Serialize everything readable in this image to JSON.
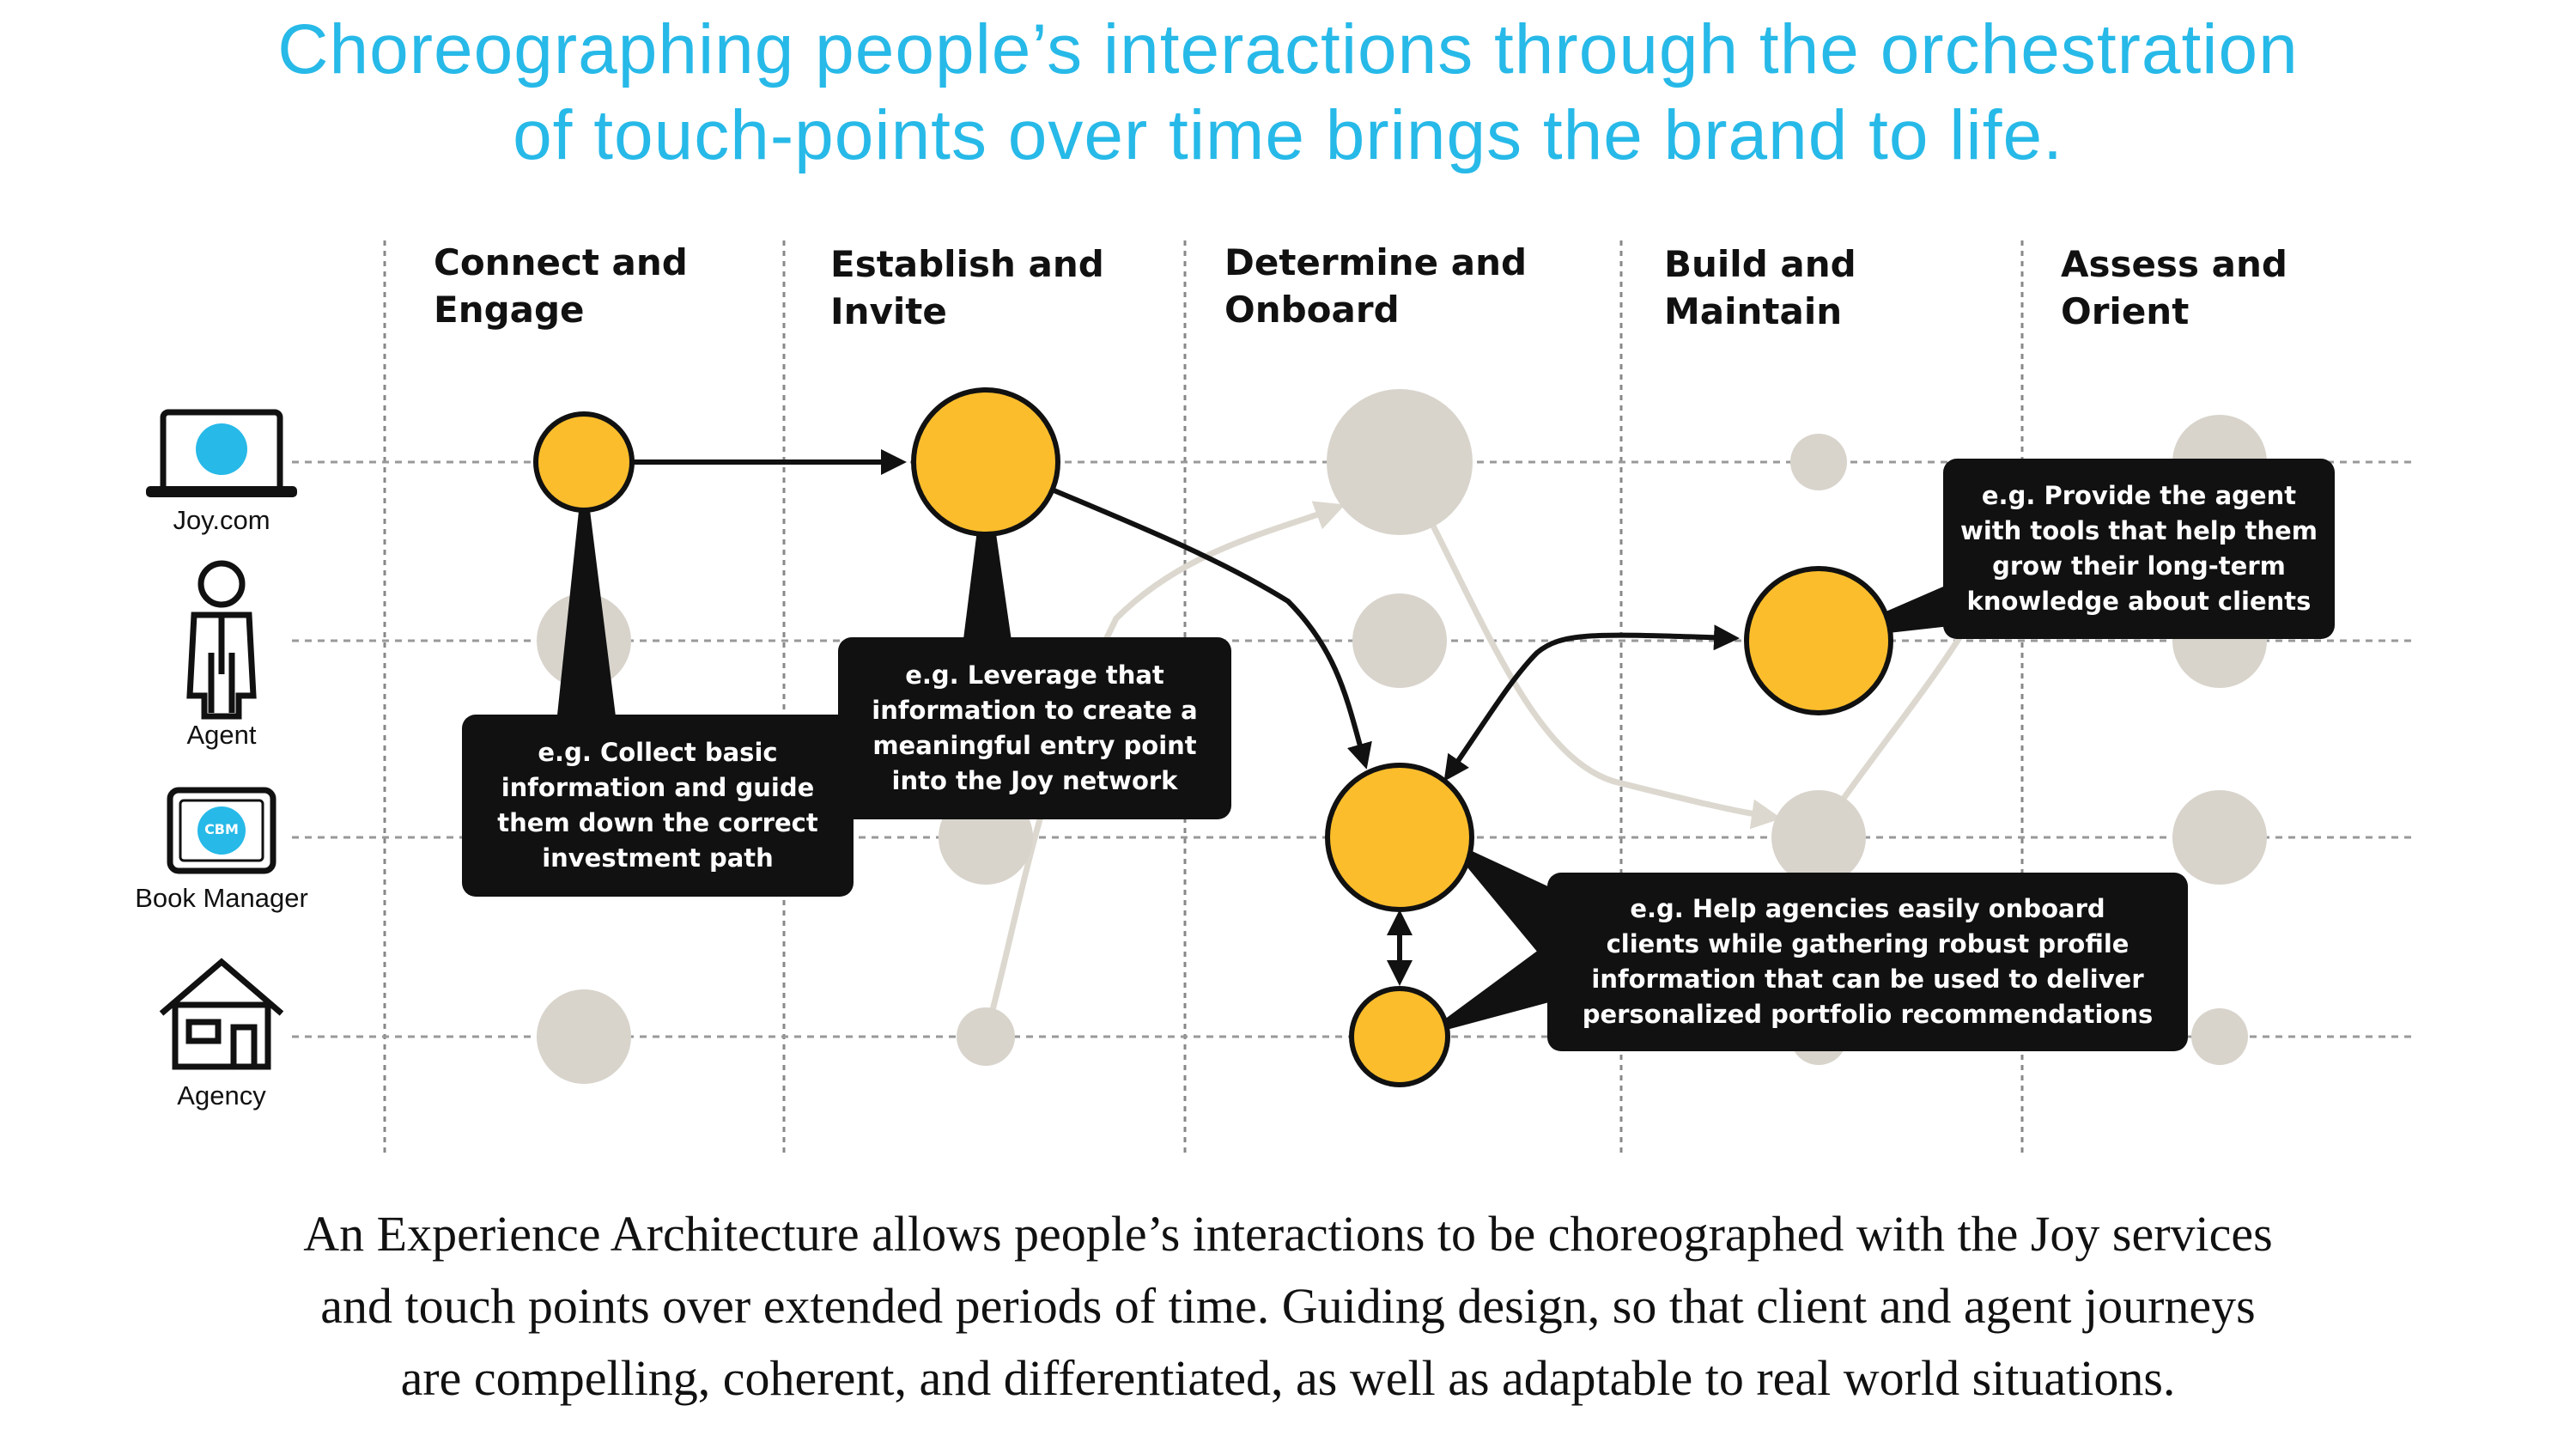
{
  "headline": {
    "line1": "Choreographing people’s interactions through the orchestration",
    "line2": "of touch-points over time brings the brand to life."
  },
  "stages": [
    {
      "line1": "Connect and",
      "line2": "Engage"
    },
    {
      "line1": "Establish and",
      "line2": "Invite"
    },
    {
      "line1": "Determine and",
      "line2": "Onboard"
    },
    {
      "line1": "Build and",
      "line2": "Maintain"
    },
    {
      "line1": "Assess and",
      "line2": "Orient"
    }
  ],
  "actors": [
    {
      "label": "Joy.com",
      "icon": "laptop-icon"
    },
    {
      "label": "Agent",
      "icon": "person-icon"
    },
    {
      "label": "Book Manager",
      "icon": "tablet-icon",
      "badge": "CBM"
    },
    {
      "label": "Agency",
      "icon": "house-icon"
    }
  ],
  "callouts": {
    "connect": "e.g. Collect basic\ninformation and guide\nthem down the correct\ninvestment path",
    "establish": "e.g. Leverage that\ninformation to create a\nmeaningful entry point\ninto the Joy network",
    "onboard": "e.g. Help agencies easily onboard\nclients while gathering robust profile\ninformation that can be used to deliver\npersonalized portfolio recommendations",
    "build": "e.g. Provide the agent\nwith tools that help them\ngrow their long-term\nknowledge about clients"
  },
  "colors": {
    "headline": "#27b9e8",
    "active_node": "#fbbd2c",
    "inactive_node": "#d8d4cc",
    "inactive_path": "#dcd8cf",
    "callout_bg": "#111111",
    "grid": "#999999"
  },
  "footer": {
    "line1": "An Experience Architecture allows people’s interactions to be choreographed with the Joy services",
    "line2": "and touch points over extended periods of time. Guiding design, so that client and agent journeys",
    "line3": "are compelling, coherent, and differentiated, as well as adaptable to real world situations."
  }
}
